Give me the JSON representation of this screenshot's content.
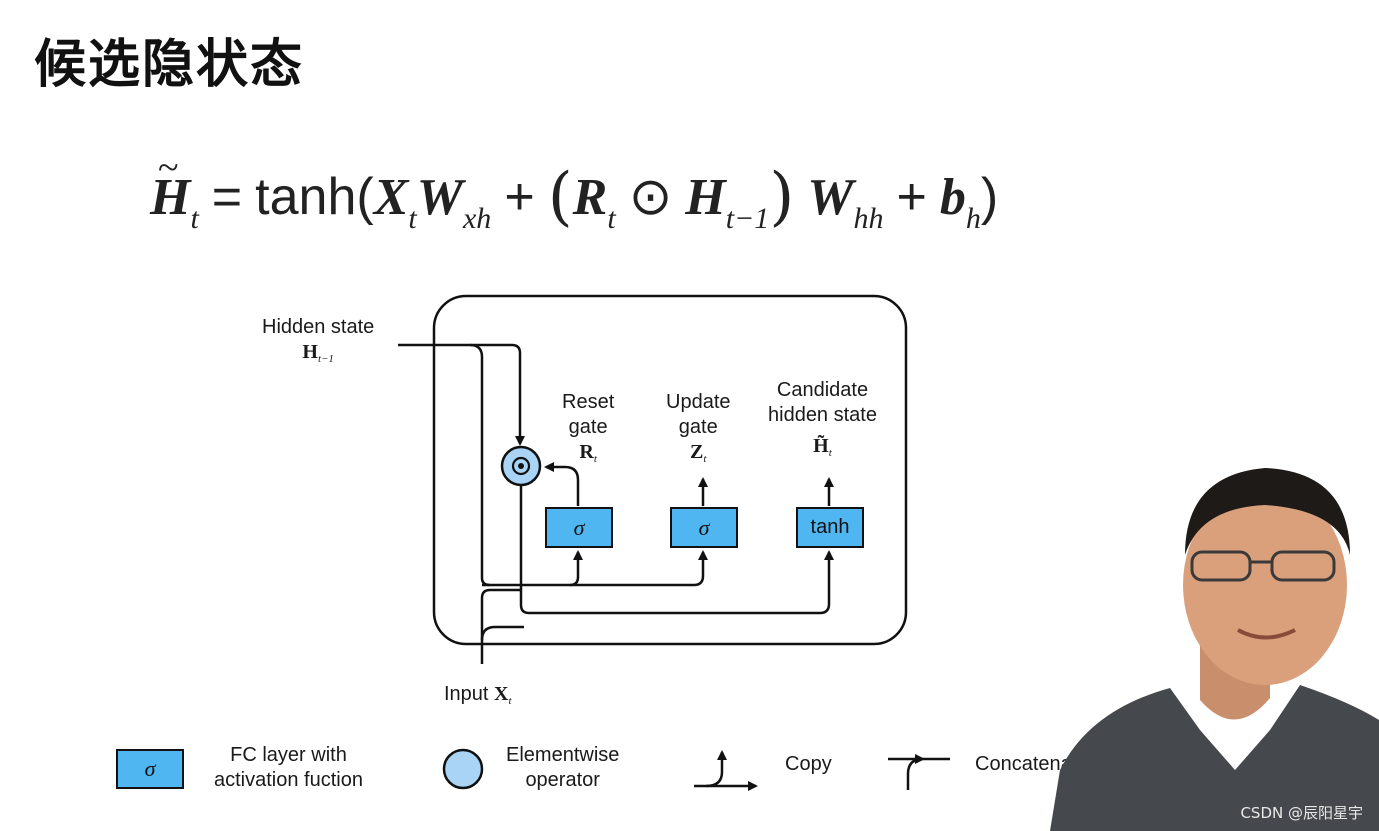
{
  "slide": {
    "title": "候选隐状态"
  },
  "formula": {
    "H_tilde": "H",
    "tilde": "~",
    "H_sub": "t",
    "equals": "=",
    "tanh": "tanh(",
    "X": "X",
    "X_sub": "t",
    "W1": "W",
    "W1_sub": "xh",
    "plus1": "+",
    "lparen": "(",
    "R": "R",
    "R_sub": "t",
    "odot": "⊙",
    "H2": "H",
    "H2_sub": "t−1",
    "rparen": ")",
    "W2": "W",
    "W2_sub": "hh",
    "plus2": "+",
    "b": "b",
    "b_sub": "h",
    "close": ")"
  },
  "diagram": {
    "hidden_state_label": "Hidden state",
    "hidden_state_symbol": "H",
    "hidden_state_sub": "t−1",
    "reset_gate_line1": "Reset",
    "reset_gate_line2": "gate",
    "reset_symbol": "R",
    "reset_sub": "t",
    "update_gate_line1": "Update",
    "update_gate_line2": "gate",
    "update_symbol": "Z",
    "update_sub": "t",
    "candidate_line1": "Candidate",
    "candidate_line2": "hidden state",
    "candidate_symbol": "H̃",
    "candidate_sub": "t",
    "box_reset": "σ",
    "box_update": "σ",
    "box_candidate": "tanh",
    "operator_symbol": "⊙",
    "input_label": "Input",
    "input_symbol": "X",
    "input_sub": "t"
  },
  "legend": {
    "fc_box": "σ",
    "fc_line1": "FC layer with",
    "fc_line2": "activation fuction",
    "elem_line1": "Elementwise",
    "elem_line2": "operator",
    "copy": "Copy",
    "concat": "Concatena"
  },
  "watermark": "CSDN @辰阳星宇",
  "colors": {
    "box_fill": "#4fb6f2",
    "circle_fill": "#a9d4f5",
    "stroke": "#111111"
  }
}
